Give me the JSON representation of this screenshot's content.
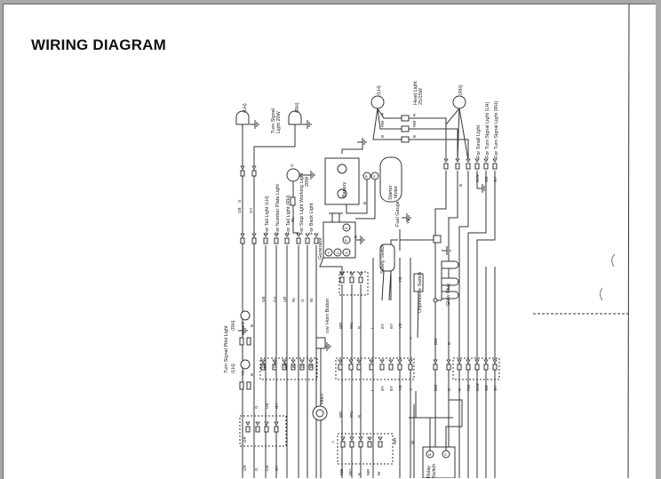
{
  "page": {
    "title": "WIRING DIAGRAM"
  },
  "diagram": {
    "component_labels": [
      "(LH)",
      "(RH)",
      "Turn Signal",
      "Light 20W",
      "Working Light",
      "20W",
      "For Tail Light (LH)",
      "For Number Plate Light",
      "For Tail Light (RH)",
      "For Stop Light",
      "For Back Light",
      "Generator",
      "Battery",
      "Starter",
      "Motor",
      "(LH)",
      "(RH)",
      "Head Light",
      "25/25W",
      "For Small Light",
      "For Turn Signal Light (LH)",
      "For Turn Signal Light (RH)",
      "Fuel Gauge",
      "Safety Switch",
      "Oilpressure Switch",
      "Glow Plug",
      "Horn Button",
      "Horn",
      "Turn Signal Pilot Light",
      "(RH)",
      "(LH)",
      "Relay",
      "Switch"
    ],
    "terminal_labels": [
      "B",
      "S",
      "G",
      "B",
      "F",
      "N",
      "E",
      "M",
      "S"
    ],
    "wire_labels": [
      "G",
      "G",
      "GB",
      "GY",
      "RL",
      "R",
      "RW",
      "B",
      "R",
      "RW",
      "B",
      "BrW",
      "GB",
      "GY",
      "B",
      "YB",
      "YG",
      "B",
      "B",
      "GB",
      "GY",
      "LW",
      "RL",
      "O",
      "Br",
      "WB",
      "WG",
      "B",
      "L",
      "BY",
      "BY",
      "YG",
      "Y",
      "BW",
      "B",
      "GB",
      "GY",
      "LW",
      "RL",
      "O",
      "Br",
      "GW",
      "L",
      "BY",
      "BY",
      "YG",
      "Y",
      "BW",
      "B",
      "R",
      "RW",
      "BrW",
      "GB",
      "GY",
      "WB",
      "WG",
      "B",
      "YB",
      "B",
      "YB",
      "B",
      "GR",
      "G",
      "GB",
      "GY",
      "GR",
      "G",
      "GB",
      "GY",
      "L",
      "WB",
      "WG",
      "B",
      "WR",
      "W",
      "WR",
      "W"
    ]
  }
}
